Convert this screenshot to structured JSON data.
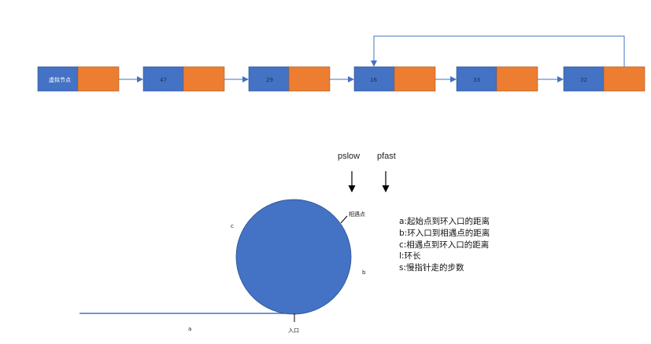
{
  "linked_list": {
    "nodes": [
      {
        "label": "虚拟节点"
      },
      {
        "label": "47"
      },
      {
        "label": "29"
      },
      {
        "label": "16"
      },
      {
        "label": "33"
      },
      {
        "label": "32"
      }
    ]
  },
  "pointers": {
    "slow": "pslow",
    "fast": "pfast"
  },
  "ring": {
    "meet_point": "相遇点",
    "entrance": "入口",
    "label_a": "a",
    "label_b": "b",
    "label_c": "c"
  },
  "legend": [
    "a:起始点到环入口的距离",
    "b:环入口到相遇点的距离",
    "c:相遇点到环入口的距离",
    "l:环长",
    "s:慢指针走的步数"
  ],
  "colors": {
    "node_value": "#4472c4",
    "node_next": "#ed7d31",
    "arrow": "#4472c4",
    "ring": "#4472c4"
  }
}
